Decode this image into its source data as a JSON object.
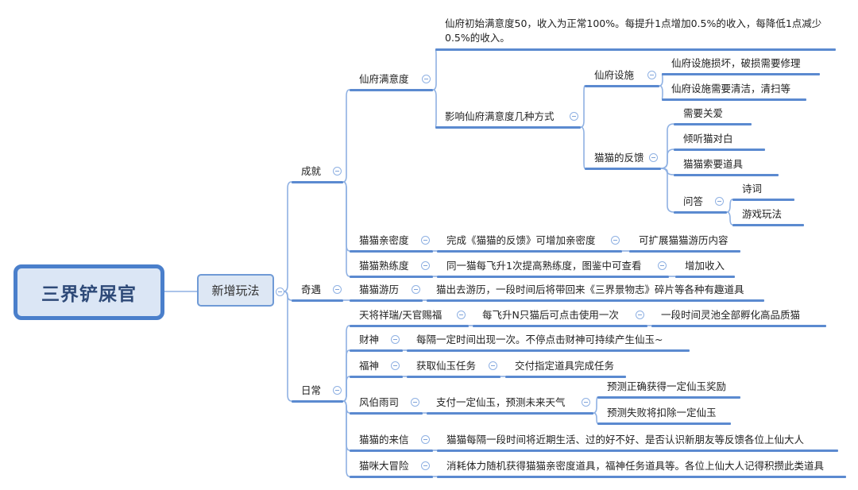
{
  "mindmap": {
    "root": "三界铲屎官",
    "topic": "新增玩法",
    "branches": [
      {
        "label": "成就",
        "children": [
          {
            "label": "仙府满意度",
            "children": [
              {
                "label": "仙府初始满意度50，收入为正常100%。每提升1点增加0.5%的收入，每降低1点减少0.5%的收入。"
              },
              {
                "label": "影响仙府满意度几种方式",
                "children": [
                  {
                    "label": "仙府设施",
                    "children": [
                      {
                        "label": "仙府设施损坏，破损需要修理"
                      },
                      {
                        "label": "仙府设施需要清洁，清扫等"
                      }
                    ]
                  },
                  {
                    "label": "猫猫的反馈",
                    "children": [
                      {
                        "label": "需要关爱"
                      },
                      {
                        "label": "倾听猫对白"
                      },
                      {
                        "label": "猫猫索要道具"
                      },
                      {
                        "label": "问答",
                        "children": [
                          {
                            "label": "诗词"
                          },
                          {
                            "label": "游戏玩法"
                          }
                        ]
                      }
                    ]
                  }
                ]
              }
            ]
          },
          {
            "label": "猫猫亲密度",
            "children": [
              {
                "label": "完成《猫猫的反馈》可增加亲密度",
                "children": [
                  {
                    "label": "可扩展猫猫游历内容"
                  }
                ]
              }
            ]
          },
          {
            "label": "猫猫熟练度",
            "children": [
              {
                "label": "同一猫每飞升1次提高熟练度，图鉴中可查看",
                "children": [
                  {
                    "label": "增加收入"
                  }
                ]
              }
            ]
          }
        ]
      },
      {
        "label": "奇遇",
        "children": [
          {
            "label": "猫猫游历",
            "children": [
              {
                "label": "猫出去游历，一段时间后将带回来《三界景物志》碎片等各种有趣道具"
              }
            ]
          }
        ]
      },
      {
        "label": "日常",
        "children": [
          {
            "label": "天将祥瑞/天官赐福",
            "children": [
              {
                "label": "每飞升N只猫后可点击使用一次",
                "children": [
                  {
                    "label": "一段时间灵池全部孵化高品质猫"
                  }
                ]
              }
            ]
          },
          {
            "label": "财神",
            "children": [
              {
                "label": "每隔一定时间出现一次。不停点击财神可持续产生仙玉~"
              }
            ]
          },
          {
            "label": "福神",
            "children": [
              {
                "label": "获取仙玉任务",
                "children": [
                  {
                    "label": "交付指定道具完成任务"
                  }
                ]
              }
            ]
          },
          {
            "label": "风伯雨司",
            "children": [
              {
                "label": "支付一定仙玉，预测未来天气",
                "children": [
                  {
                    "label": "预测正确获得一定仙玉奖励"
                  },
                  {
                    "label": "预测失败将扣除一定仙玉"
                  }
                ]
              }
            ]
          },
          {
            "label": "猫猫的来信",
            "children": [
              {
                "label": "猫猫每隔一段时间将近期生活、过的好不好、是否认识新朋友等反馈各位上仙大人"
              }
            ]
          },
          {
            "label": "猫咪大冒险",
            "children": [
              {
                "label": "消耗体力随机获得猫猫亲密度道具，福神任务道具等。各位上仙大人记得积攒此类道具"
              }
            ]
          }
        ]
      }
    ]
  }
}
